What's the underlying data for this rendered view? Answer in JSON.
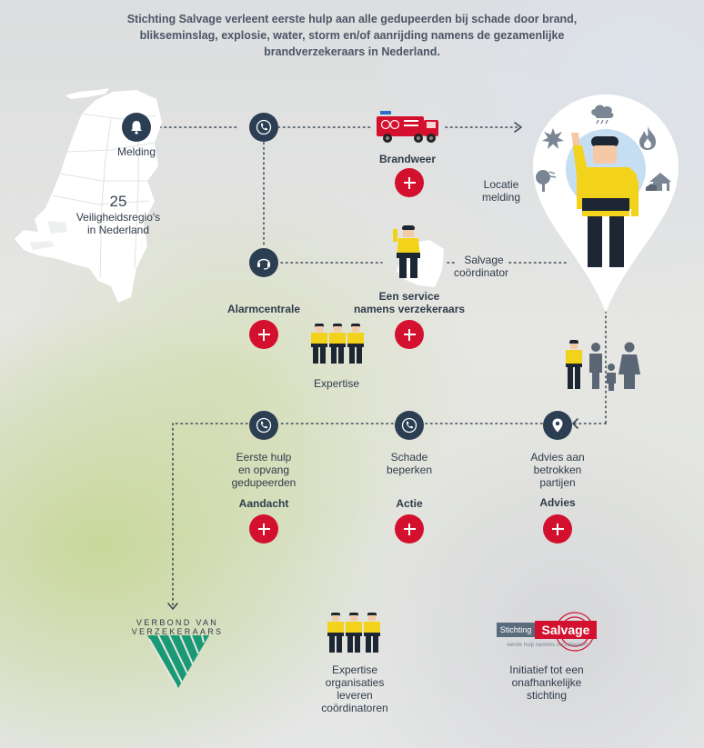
{
  "intro": "Stichting Salvage verleent eerste hulp aan alle gedupeerden bij schade door brand, blikseminslag, explosie, water, storm en/of aanrijding namens de gezamenlijke brandverzekeraars in Nederland.",
  "map": {
    "melding": "Melding",
    "count": "25",
    "regions_line1": "Veiligheidsregio's",
    "regions_line2": "in Nederland"
  },
  "brandweer": "Brandweer",
  "locatie_line1": "Locatie",
  "locatie_line2": "melding",
  "salvage_coord_line1": "Salvage",
  "salvage_coord_line2": "coördinator",
  "alarmcentrale": "Alarmcentrale",
  "service_line1": "Een service",
  "service_line2": "namens verzekeraars",
  "expertise": "Expertise",
  "steps": [
    {
      "desc1": "Eerste hulp",
      "desc2": "en opvang",
      "desc3": "gedupeerden",
      "title": "Aandacht"
    },
    {
      "desc1": "Schade",
      "desc2": "beperken",
      "desc3": "",
      "title": "Actie"
    },
    {
      "desc1": "Advies aan",
      "desc2": "betrokken",
      "desc3": "partijen",
      "title": "Advies"
    }
  ],
  "verbond": "VERBOND VAN VERZEKERAARS",
  "expertise_org": [
    "Expertise",
    "organisaties",
    "leveren",
    "coördinatoren"
  ],
  "salvage_logo": {
    "left": "Stichting",
    "right": "Salvage",
    "tagline": "eerste hulp namens verzekeraars"
  },
  "initiatief": [
    "Initiatief tot een",
    "onafhankelijke",
    "stichting"
  ],
  "colors": {
    "navy": "#2c3e52",
    "red": "#d3102e",
    "yellow": "#f2d21b",
    "green": "#1a9a74"
  }
}
